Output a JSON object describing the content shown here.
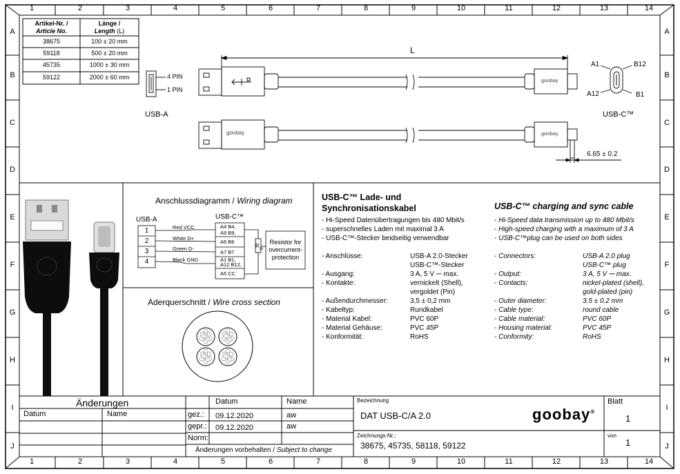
{
  "grid": {
    "columns": [
      "1",
      "2",
      "3",
      "4",
      "5",
      "6",
      "7",
      "8",
      "9",
      "10",
      "11",
      "12",
      "13",
      "14"
    ],
    "rows": [
      "A",
      "B",
      "C",
      "D",
      "E",
      "F",
      "G",
      "H",
      "I",
      "J"
    ]
  },
  "article_table": {
    "header_de_1": "Artikel-Nr. /",
    "header_en_1": "Article No.",
    "header_de_2": "Länge /",
    "header_en_2": "Length",
    "header_unit_2": "(L)",
    "rows": [
      {
        "no": "38675",
        "length": "100 ± 20 mm"
      },
      {
        "no": "59118",
        "length": "500 ± 20 mm"
      },
      {
        "no": "45735",
        "length": "1000 ± 30 mm"
      },
      {
        "no": "59122",
        "length": "2000 ± 60 mm"
      }
    ]
  },
  "drawing": {
    "length_label": "L",
    "pin4": "4 PIN",
    "pin1": "1 PIN",
    "usb_a": "USB-A",
    "usb_c": "USB-C™",
    "a1": "A1",
    "b12": "B12",
    "a12": "A12",
    "b1": "B1",
    "dim_c": "6.65 ± 0.2",
    "brand_small": "goobay"
  },
  "wiring": {
    "title": "Anschlussdiagramm /",
    "title_en": "Wiring diagram",
    "usb_a": "USB-A",
    "usb_c": "USB-C™",
    "pins": [
      "1",
      "2",
      "3",
      "4"
    ],
    "wires": [
      "Red VCC",
      "White D+",
      "Green D-",
      "Black GND"
    ],
    "c_pins": [
      "A4 B4,",
      "A9 B9,",
      "A6 B6",
      "A7 B7",
      "A1 B1,",
      "A12 B12,",
      "A5 CC"
    ],
    "r_label": "R",
    "r_sub": "pu",
    "resistor_1": "Resistor for",
    "resistor_2": "overcurrent-",
    "resistor_3": "protection"
  },
  "cross": {
    "title": "Aderquerschnitt /",
    "title_en": "Wire cross section"
  },
  "spec_de": {
    "title_1": "USB-C™ Lade- und",
    "title_2": "Synchronisationskabel",
    "bullets": [
      "- Hi-Speed Datenübertragungen bis 480 Mbit/s",
      "- superschnelles Laden mit maximal 3 A",
      "- USB-C™-Stecker beidseitig verwendbar"
    ],
    "labels": [
      "- Anschlüsse:",
      "",
      "- Ausgang:",
      "- Kontakte:",
      "",
      "- Außendurchmesser:",
      "- Kabeltyp:",
      "- Material Kabel:",
      "- Material Gehäuse:",
      "- Konformität:"
    ],
    "values": [
      "USB-A 2.0-Stecker",
      "USB-C™-Stecker",
      "3 A, 5 V ⎓ max.",
      "vernickelt (Shell),",
      "vergoldet (Pin)",
      "3,5 ± 0,2 mm",
      "Rundkabel",
      "PVC 60P",
      "PVC 45P",
      "RoHS"
    ]
  },
  "spec_en": {
    "title": "USB-C™ charging and sync cable",
    "bullets": [
      "- Hi-Speed data transmission up to 480 Mbit/s",
      "- High-speed charging with a maximum of 3 A",
      "- USB-C™plug can be used on both sides"
    ],
    "labels": [
      "- Connectors:",
      "",
      "- Output:",
      "- Contacts:",
      "",
      "- Outer diameter:",
      "- Cable type:",
      "- Cable material:",
      "- Housing material:",
      "- Conformity:"
    ],
    "values": [
      "USB-A 2.0 plug",
      "USB-C™ plug",
      "3 A, 5 V ⎓ max.",
      "nickel-plated (shell),",
      "gold-plated (pin)",
      "3.5 ± 0.2 mm",
      "round cable",
      "PVC 60P",
      "PVC 45P",
      "RoHS"
    ]
  },
  "title_block": {
    "changes": "Änderungen",
    "datum_col": "Datum",
    "name_col": "Name",
    "datum_h": "Datum",
    "name_h": "Name",
    "gez": "gez.:",
    "gepr": "gepr.:",
    "norm": "Norm:",
    "gez_date": "09.12.2020",
    "gepr_date": "09.12.2020",
    "gez_name": "aw",
    "gepr_name": "aw",
    "notice_de": "Änderungen vorbehalten /",
    "notice_en": "Subject to change",
    "bez_label": "Bezeichnung",
    "bez_value": "DAT USB-C/A 2.0",
    "zn_label": "Zeichnungs-Nr.:",
    "zn_value": "38675, 45735, 58118, 59122",
    "blatt_label": "Blatt",
    "blatt_value": "1",
    "von_label": "von",
    "von_value": "1",
    "brand": "goobay",
    "reg": "®"
  }
}
